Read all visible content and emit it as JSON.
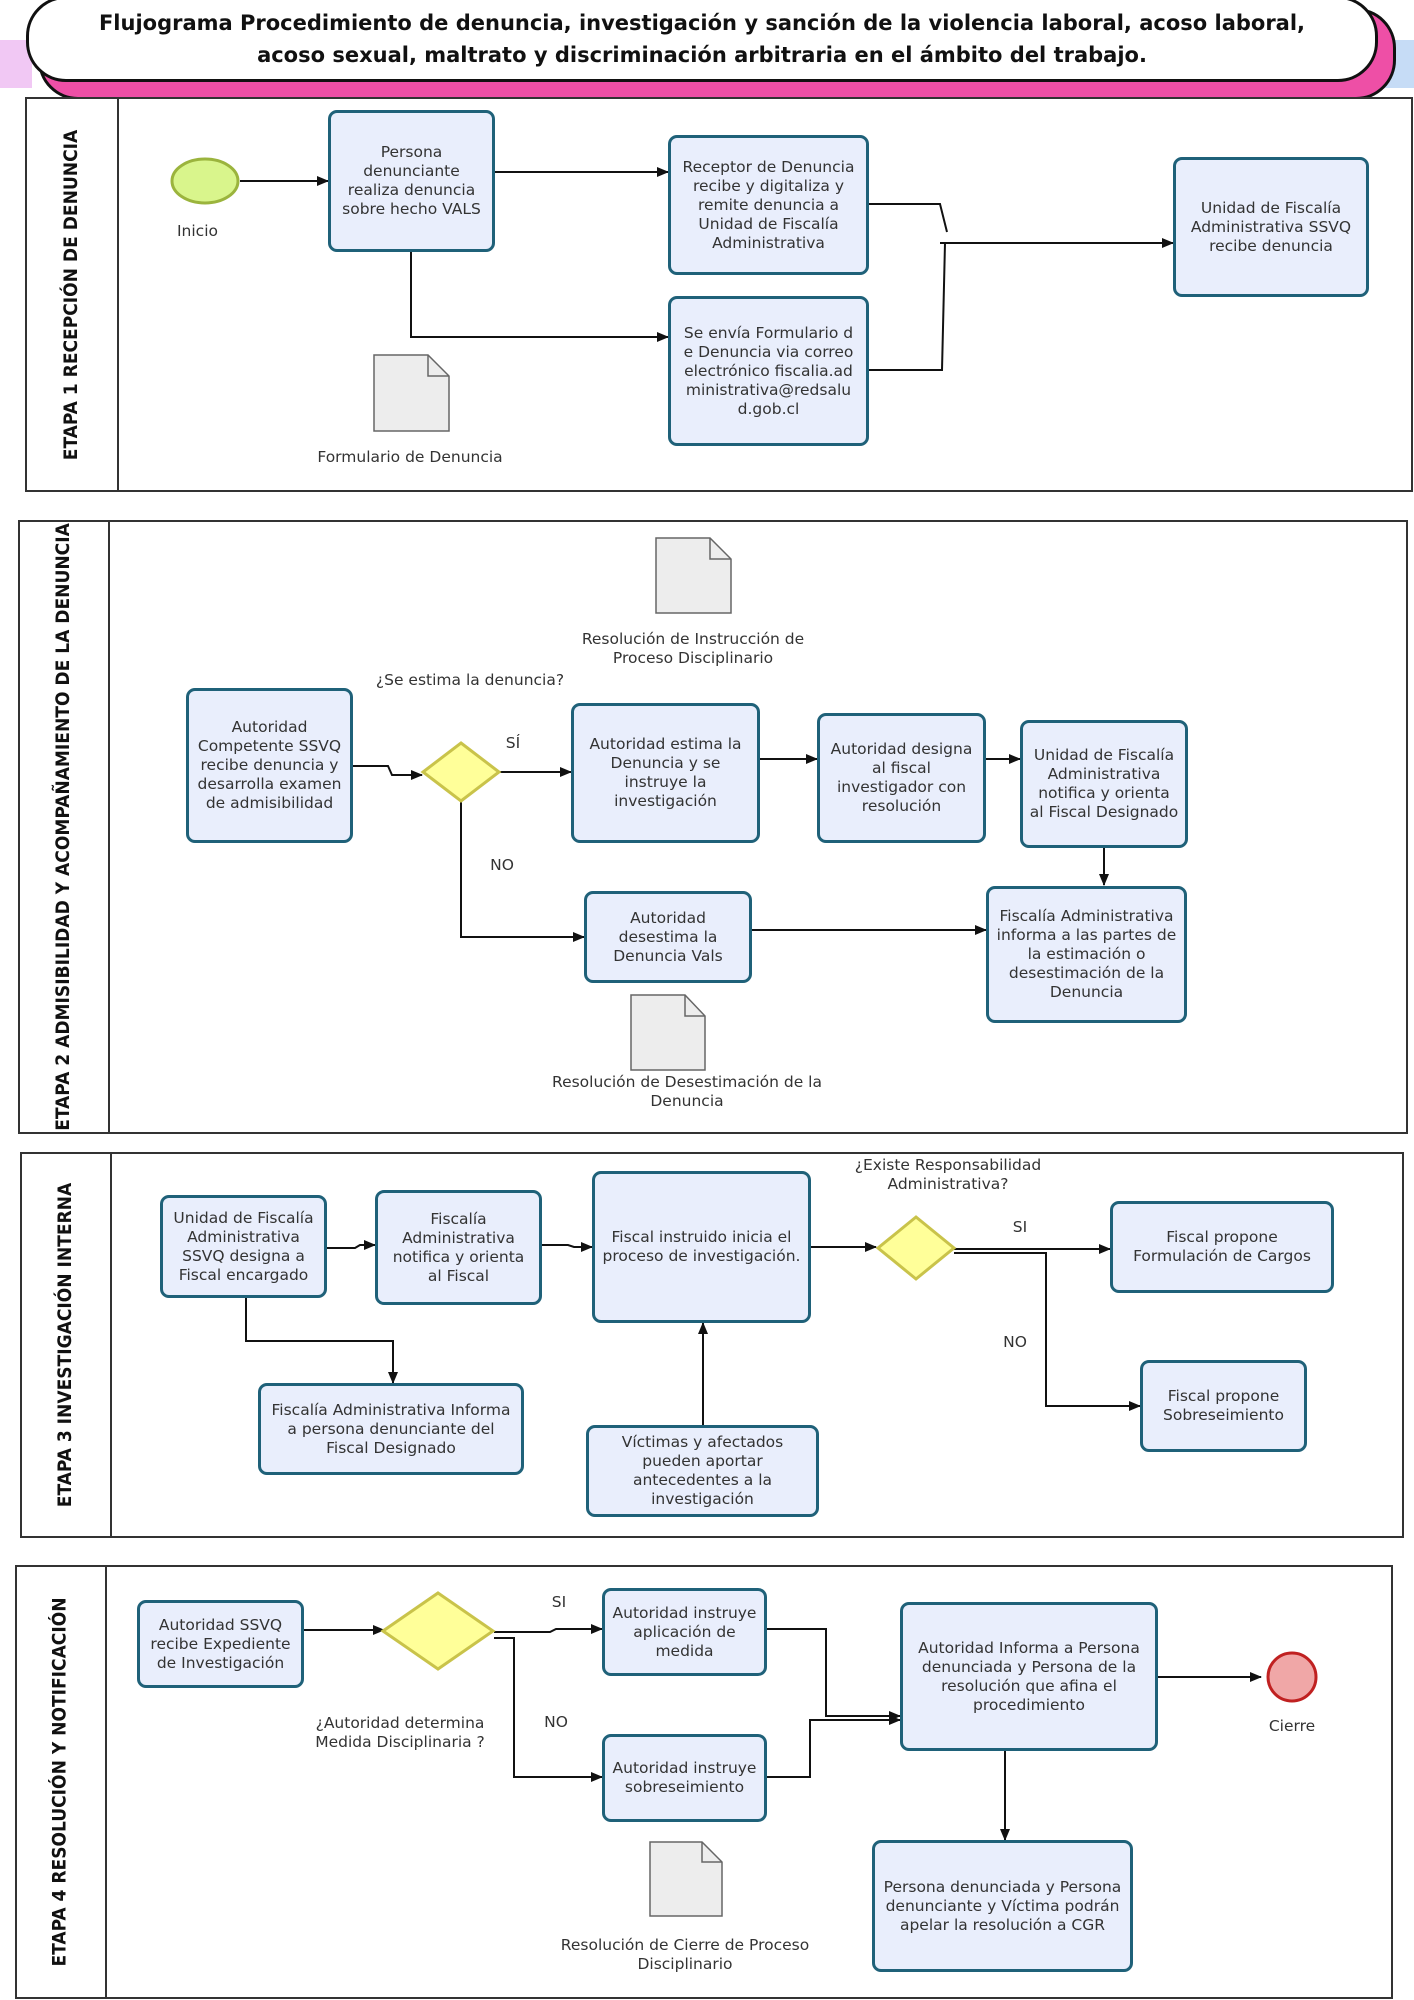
{
  "title": "Flujograma Procedimiento de denuncia, investigación y sanción de la violencia laboral, acoso laboral, acoso sexual, maltrato y discriminación arbitraria en el ámbito del trabajo.",
  "colors": {
    "box_fill": "#e9eefc",
    "box_border": "#1f6179",
    "diamond_fill": "#ffff99",
    "diamond_border": "#c9c34a",
    "start_fill": "#d9f58c",
    "end_fill": "#f0a7a7",
    "header_accent": "#ee4fa6"
  },
  "stage1": {
    "label": "ETAPA 1 RECEPCIÓN DE DENUNCIA",
    "start": "Inicio",
    "b1": "Persona denunciante realiza denuncia sobre hecho VALS",
    "b2": "Receptor de Denuncia recibe y digitaliza y remite denuncia a Unidad de Fiscalía Administrativa",
    "b3": "Se envía Formulario de Denuncia via correo electrónico fiscalia.administrativa@redsalud.gob.cl",
    "b4": "Unidad de Fiscalía Administrativa SSVQ recibe denuncia",
    "doc": "Formulario de Denuncia"
  },
  "stage2": {
    "label": "ETAPA 2 ADMISIBILIDAD Y ACOMPAÑAMIENTO DE LA DENUNCIA",
    "doc_top": "Resolución de Instrucción de Proceso Disciplinario",
    "question": "¿Se estima la denuncia?",
    "b1": "Autoridad Competente SSVQ recibe denuncia y desarrolla examen de admisibilidad",
    "yes": "SÍ",
    "no": "NO",
    "b2": "Autoridad estima la Denuncia y se instruye la investigación",
    "b3": "Autoridad designa al fiscal investigador con resolución",
    "b4": "Unidad de Fiscalía Administrativa notifica y orienta al Fiscal Designado",
    "b5": "Autoridad desestima la Denuncia Vals",
    "b6": "Fiscalía Administrativa informa a las partes de la estimación o desestimación de la Denuncia",
    "doc_bottom": "Resolución de Desestimación de la Denuncia"
  },
  "stage3": {
    "label": "ETAPA 3 INVESTIGACIÓN INTERNA",
    "b1": "Unidad de Fiscalía Administrativa SSVQ designa a Fiscal encargado",
    "b2": "Fiscalía Administrativa notifica y orienta al Fiscal",
    "b3": "Fiscal instruido inicia el proceso de investigación.",
    "question": "¿Existe Responsabilidad Administrativa?",
    "yes": "SI",
    "no": "NO",
    "b4": "Fiscal propone Formulación de Cargos",
    "b5": "Fiscal propone Sobreseimiento",
    "b6": "Fiscalía Administrativa Informa a persona denunciante del Fiscal Designado",
    "b7": "Víctimas y afectados pueden aportar antecedentes a la investigación"
  },
  "stage4": {
    "label": "ETAPA 4 RESOLUCIÓN Y NOTIFICACIÓN",
    "b1": "Autoridad SSVQ recibe Expediente de Investigación",
    "question": "¿Autoridad determina Medida Disciplinaria ?",
    "yes": "SI",
    "no": "NO",
    "b2": "Autoridad instruye aplicación de medida",
    "b3": "Autoridad instruye sobreseimiento",
    "b4": "Autoridad Informa a Persona denunciada y Persona de la resolución que afina el procedimiento",
    "end": "Cierre",
    "b5": "Persona denunciada y Persona denunciante y Víctima podrán apelar la resolución a CGR",
    "doc": "Resolución de Cierre de Proceso Disciplinario"
  }
}
